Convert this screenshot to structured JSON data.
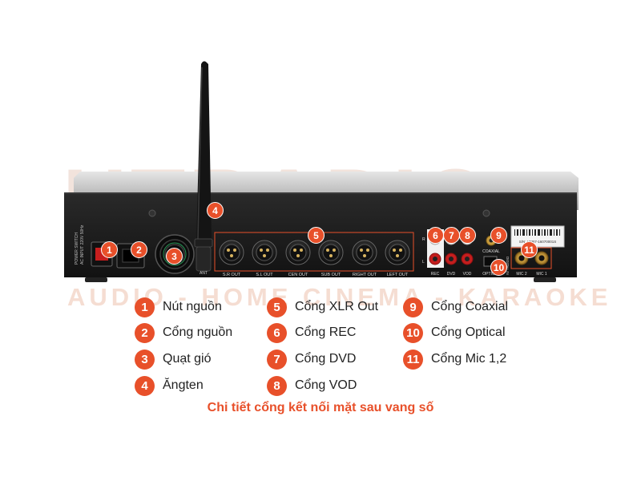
{
  "watermark": {
    "brand": "HTRADIO",
    "tagline": "AUDIO - HOME CINEMA - KARAOKE"
  },
  "device_labels": {
    "power_switch": "POWER SWITCH",
    "ac_input": "AC INPUT 220V 50Hz",
    "ant": "ANT",
    "xlr": [
      "S.R OUT",
      "S.L OUT",
      "CEN OUT",
      "SUB OUT",
      "RIGHT OUT",
      "LEFT OUT"
    ],
    "rec": "REC",
    "dvd": "DVD",
    "vod": "VOD",
    "coaxial": "COAXIAL",
    "optical": "OPTICAL",
    "digital_in": "DIGITAL IN",
    "serial": "S/N: HSR7-16070001S",
    "mic2": "MIC 2",
    "mic1": "MIC 1",
    "rca_r": "R",
    "rca_l": "L"
  },
  "callouts": [
    "1",
    "2",
    "3",
    "4",
    "5",
    "6",
    "7",
    "8",
    "9",
    "10",
    "11"
  ],
  "legend": [
    {
      "num": "1",
      "text": "Nút nguồn"
    },
    {
      "num": "2",
      "text": "Cổng nguồn"
    },
    {
      "num": "3",
      "text": "Quạt gió"
    },
    {
      "num": "4",
      "text": "Ăngten"
    },
    {
      "num": "5",
      "text": "Cổng XLR Out"
    },
    {
      "num": "6",
      "text": "Cổng REC"
    },
    {
      "num": "7",
      "text": "Cổng DVD"
    },
    {
      "num": "8",
      "text": "Cổng VOD"
    },
    {
      "num": "9",
      "text": "Cổng Coaxial"
    },
    {
      "num": "10",
      "text": "Cổng Optical"
    },
    {
      "num": "11",
      "text": "Cổng Mic 1,2"
    }
  ],
  "caption": "Chi tiết cổng kết nối mặt sau vang số",
  "colors": {
    "accent": "#e8502a",
    "panel": "#1a1a1a",
    "watermark": "#f2e3dc"
  }
}
